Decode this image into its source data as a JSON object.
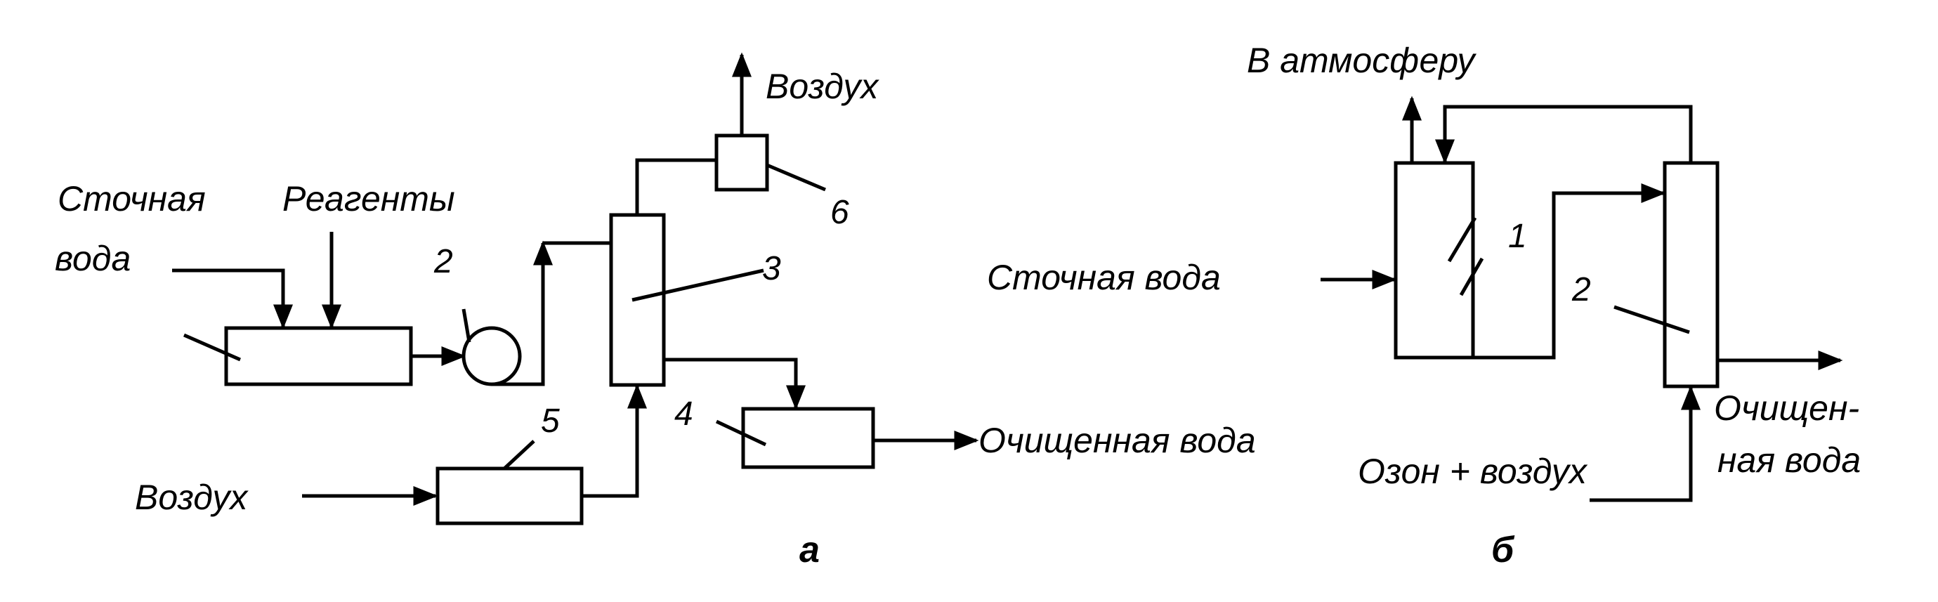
{
  "scheme_a": {
    "labels": {
      "wastewater_line1": "Сточная",
      "wastewater_line2": "вода",
      "reagents": "Реагенты",
      "air_in": "Воздух",
      "air_out": "Воздух",
      "clean_water": "Очищенная вода"
    },
    "numbers": {
      "n2": "2",
      "n3": "3",
      "n4": "4",
      "n5": "5",
      "n6": "6"
    },
    "caption": "а"
  },
  "scheme_b": {
    "labels": {
      "to_atmosphere": "В атмосферу",
      "wastewater": "Сточная вода",
      "ozone_air": "Озон + воздух",
      "clean_water_line1": "Очищен-",
      "clean_water_line2": "ная вода"
    },
    "numbers": {
      "n1": "1",
      "n2": "2"
    },
    "caption": "б"
  }
}
